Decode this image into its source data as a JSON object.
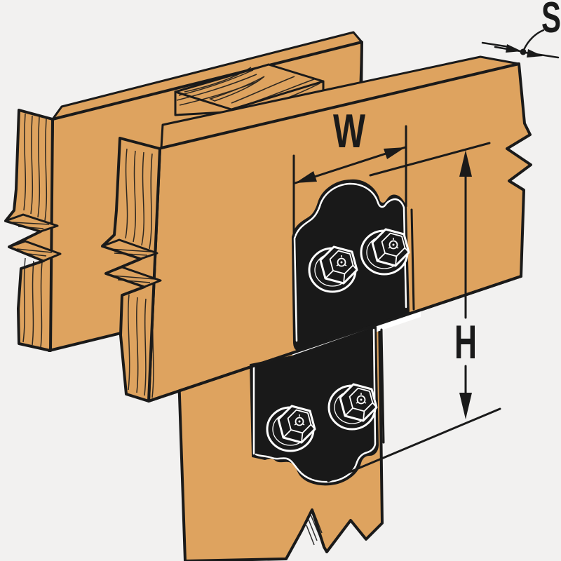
{
  "scene": {
    "description": "Isometric line illustration of a decorative connector plate fastening a double beam to a post",
    "labels": {
      "width": "W",
      "height": "H",
      "thickness": "S"
    },
    "parts": {
      "rear_beam": "rear-beam",
      "middle_beam": "middle-beam",
      "front_beam": "front-beam",
      "post": "post",
      "upper_plate": "ornamental-plate-beam-section",
      "lower_plate": "ornamental-plate-post-section",
      "bolt": "hex-washer-head-bolt"
    }
  },
  "colors": {
    "bg": "#F2F1F0",
    "wood": "#DEA35F",
    "line": "#1A1A1A",
    "plate": "#191919",
    "hl": "#FFFFFF"
  }
}
